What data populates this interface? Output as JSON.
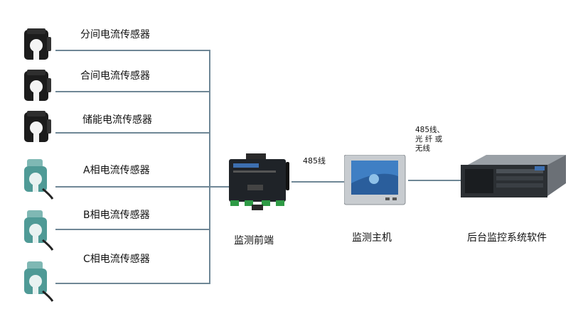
{
  "sensors": [
    {
      "label": "分间电流传感器"
    },
    {
      "label": "合间电流传感器"
    },
    {
      "label": "储能电流传感器"
    },
    {
      "label": "A相电流传感器"
    },
    {
      "label": "B相电流传感器"
    },
    {
      "label": "C相电流传感器"
    }
  ],
  "links": {
    "frontend_to_host": "485线",
    "host_to_server": [
      "485线、",
      "光 纤 或",
      "无线"
    ]
  },
  "devices": {
    "frontend": "监测前端",
    "host": "监测主机",
    "server": "后台监控系统软件"
  },
  "colors": {
    "line": "#6f8796",
    "clamp_dark": "#1c1c1c",
    "clamp_teal": "#4f9a96"
  }
}
